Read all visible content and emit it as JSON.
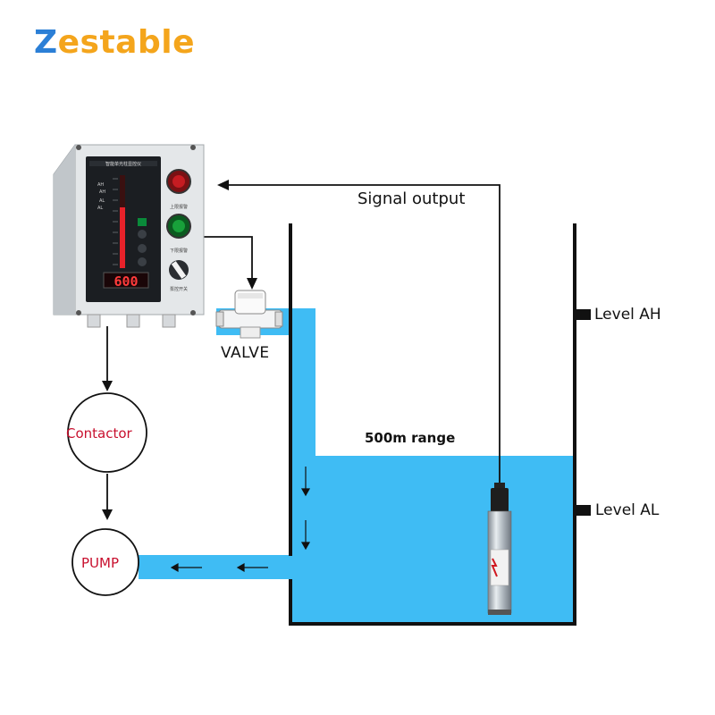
{
  "brand": {
    "logo_initial": "Z",
    "logo_rest": "estable",
    "logo_colors": {
      "initial": "#2b7fd6",
      "rest": "#f4a51c"
    }
  },
  "labels": {
    "signal_output": "Signal output",
    "valve": "VALVE",
    "level_ah": "Level AH",
    "level_al": "Level AL",
    "range": "500m range",
    "contactor": "Contactor",
    "pump": "PUMP"
  },
  "controller": {
    "display_value": "600",
    "bar_marks": [
      "AH",
      "AH",
      "AL",
      "AL"
    ],
    "alarm_lamps": [
      "red",
      "green"
    ],
    "lamp_labels": [
      "上限报警",
      "下限报警",
      "泵控开关"
    ],
    "header_text": "智能单光柱显控仪"
  },
  "colors": {
    "water": "#3fbcf4",
    "tank_wall": "#111111",
    "arrow": "#111111",
    "label_red": "#c8102e"
  },
  "icons": [
    "down-arrow-icon",
    "left-arrow-icon",
    "knob-icon"
  ]
}
